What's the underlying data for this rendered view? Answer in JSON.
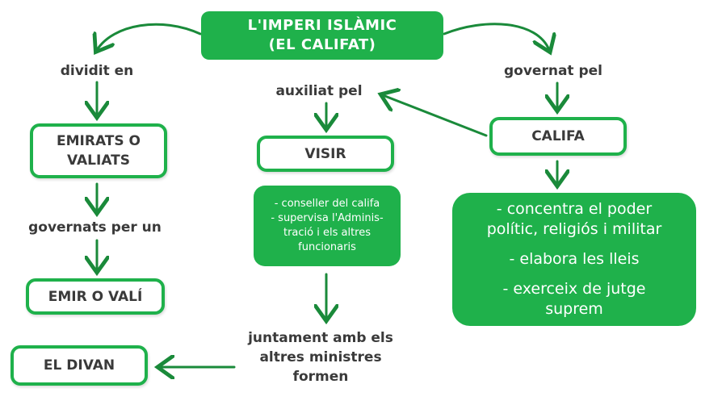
{
  "title": {
    "line1": "L'IMPERI ISLÀMIC",
    "line2": "(EL CALIFAT)"
  },
  "left_branch": {
    "label_divided": "dividit en",
    "emirats_line1": "EMIRATS O",
    "emirats_line2": "VALIATS",
    "label_governed": "governats per un",
    "emir": "EMIR O VALÍ",
    "divan": "EL DIVAN"
  },
  "center_branch": {
    "label_assisted": "auxiliat pel",
    "visir": "VISIR",
    "visir_desc": [
      "- conseller del califa",
      "- supervisa l'Adminis-",
      "tració i els altres",
      "funcionaris"
    ],
    "together_line1": "juntament amb els",
    "together_line2": "altres ministres",
    "together_line3": "formen"
  },
  "right_branch": {
    "label_governed": "governat pel",
    "califa": "CALIFA",
    "califa_desc_a": [
      "- concentra el poder",
      "polític, religiós i militar"
    ],
    "califa_desc_b": [
      "- elabora les lleis"
    ],
    "califa_desc_c": [
      "- exerceix de jutge",
      "suprem"
    ]
  },
  "colors": {
    "accent_green": "#1fb14b",
    "arrow_green": "#1a8a3a",
    "text_dark": "#3a3a3a"
  }
}
